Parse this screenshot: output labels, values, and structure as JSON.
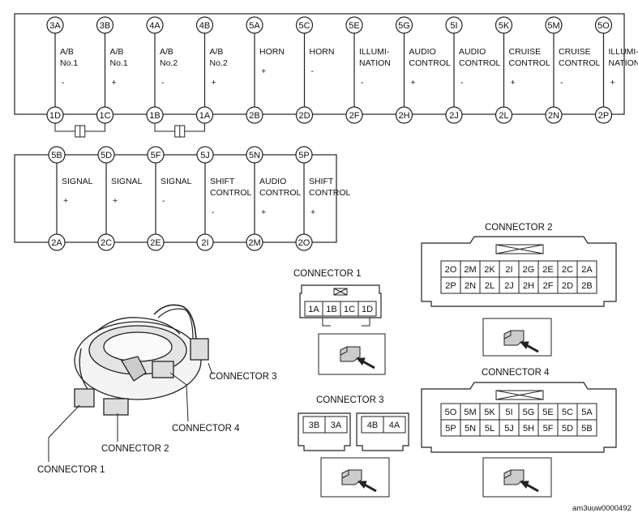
{
  "diagram_code": "am3uuw0000492",
  "top_circuits": [
    {
      "top": "3A",
      "bottom": "1D",
      "label": [
        "A/B",
        "No.1"
      ],
      "sign": "-"
    },
    {
      "top": "3B",
      "bottom": "1C",
      "label": [
        "A/B",
        "No.1"
      ],
      "sign": "+"
    },
    {
      "top": "4A",
      "bottom": "1B",
      "label": [
        "A/B",
        "No.2"
      ],
      "sign": "-"
    },
    {
      "top": "4B",
      "bottom": "1A",
      "label": [
        "A/B",
        "No.2"
      ],
      "sign": "+"
    },
    {
      "top": "5A",
      "bottom": "2B",
      "label": [
        "HORN"
      ],
      "sign": "+"
    },
    {
      "top": "5C",
      "bottom": "2D",
      "label": [
        "HORN"
      ],
      "sign": "-"
    },
    {
      "top": "5E",
      "bottom": "2F",
      "label": [
        "ILLUMI-",
        "NATION"
      ],
      "sign": "-"
    },
    {
      "top": "5G",
      "bottom": "2H",
      "label": [
        "AUDIO",
        "CONTROL"
      ],
      "sign": "+"
    },
    {
      "top": "5I",
      "bottom": "2J",
      "label": [
        "AUDIO",
        "CONTROL"
      ],
      "sign": "-"
    },
    {
      "top": "5K",
      "bottom": "2L",
      "label": [
        "CRUISE",
        "CONTROL"
      ],
      "sign": "+"
    },
    {
      "top": "5M",
      "bottom": "2N",
      "label": [
        "CRUISE",
        "CONTROL"
      ],
      "sign": "-"
    },
    {
      "top": "5O",
      "bottom": "2P",
      "label": [
        "ILLUMI-",
        "NATION"
      ],
      "sign": "+"
    }
  ],
  "bottom_circuits": [
    {
      "top": "5B",
      "bottom": "2A",
      "label": [
        "SIGNAL"
      ],
      "sign": "+"
    },
    {
      "top": "5D",
      "bottom": "2C",
      "label": [
        "SIGNAL"
      ],
      "sign": "+"
    },
    {
      "top": "5F",
      "bottom": "2E",
      "label": [
        "SIGNAL"
      ],
      "sign": "-"
    },
    {
      "top": "5J",
      "bottom": "2I",
      "label": [
        "SHIFT",
        "CONTROL"
      ],
      "sign": "-"
    },
    {
      "top": "5N",
      "bottom": "2M",
      "label": [
        "AUDIO",
        "CONTROL"
      ],
      "sign": "+"
    },
    {
      "top": "5P",
      "bottom": "2O",
      "label": [
        "SHIFT",
        "CONTROL"
      ],
      "sign": "+"
    }
  ],
  "connector1": {
    "title": "CONNECTOR 1",
    "pins": [
      "1A",
      "1B",
      "1C",
      "1D"
    ]
  },
  "connector2": {
    "title": "CONNECTOR 2",
    "rows": [
      [
        "2O",
        "2M",
        "2K",
        "2I",
        "2G",
        "2E",
        "2C",
        "2A"
      ],
      [
        "2P",
        "2N",
        "2L",
        "2J",
        "2H",
        "2F",
        "2D",
        "2B"
      ]
    ]
  },
  "connector3": {
    "title": "CONNECTOR 3",
    "left": [
      "3B",
      "3A"
    ],
    "right": [
      "4B",
      "4A"
    ]
  },
  "connector4": {
    "title": "CONNECTOR 4",
    "rows": [
      [
        "5O",
        "5M",
        "5K",
        "5I",
        "5G",
        "5E",
        "5C",
        "5A"
      ],
      [
        "5P",
        "5N",
        "5L",
        "5J",
        "5H",
        "5F",
        "5D",
        "5B"
      ]
    ]
  },
  "callouts": [
    "CONNECTOR 3",
    "CONNECTOR 4",
    "CONNECTOR 2",
    "CONNECTOR 1"
  ]
}
